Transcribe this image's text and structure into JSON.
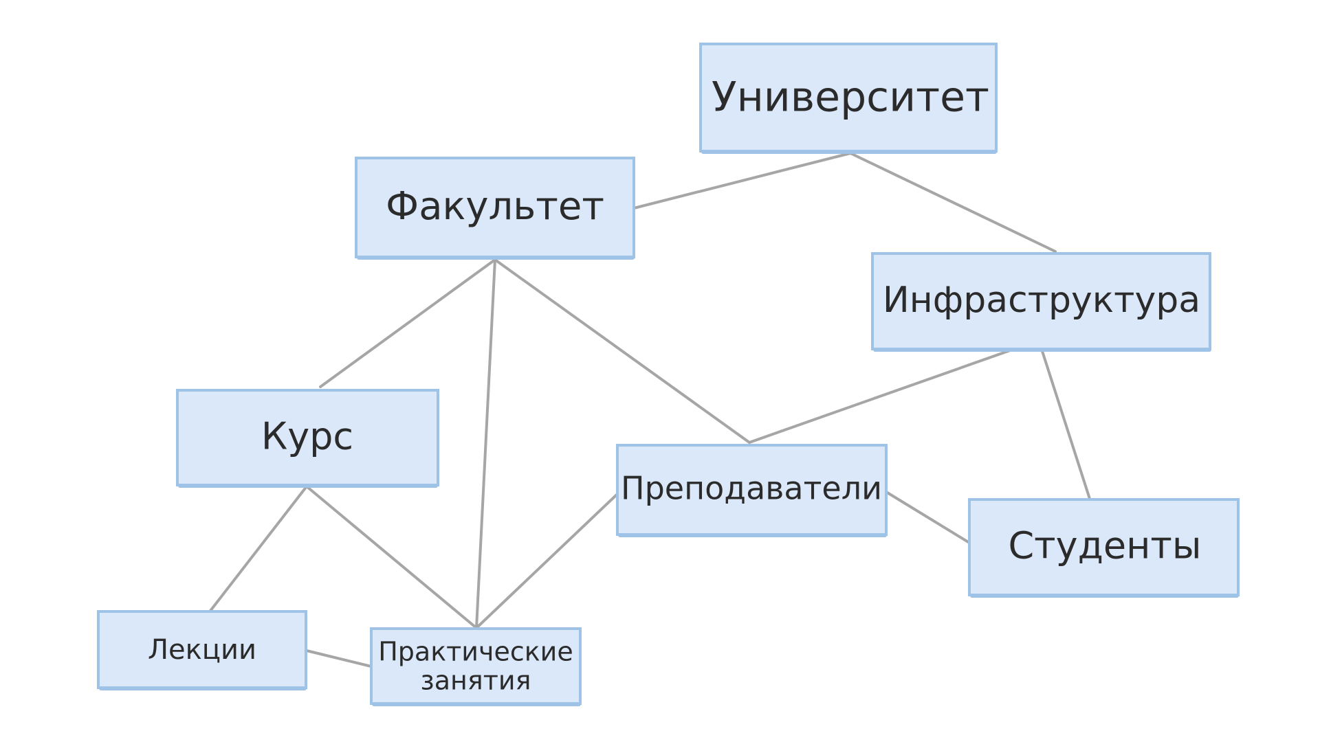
{
  "nodes": {
    "university": "Университет",
    "faculty": "Факультет",
    "infrastructure": "Инфраструктура",
    "course": "Курс",
    "teachers": "Преподаватели",
    "students": "Студенты",
    "lectures": "Лекции",
    "practice_line1": "Практические",
    "practice_line2": "занятия"
  },
  "edges": [
    [
      "university",
      "faculty"
    ],
    [
      "university",
      "infrastructure"
    ],
    [
      "faculty",
      "course"
    ],
    [
      "faculty",
      "practice"
    ],
    [
      "faculty",
      "teachers"
    ],
    [
      "infrastructure",
      "teachers"
    ],
    [
      "infrastructure",
      "students"
    ],
    [
      "course",
      "lectures"
    ],
    [
      "course",
      "practice"
    ],
    [
      "teachers",
      "practice"
    ],
    [
      "teachers",
      "students"
    ],
    [
      "lectures",
      "practice"
    ]
  ],
  "colors": {
    "box_fill": "#dbe8f9",
    "box_border": "#9fc2e7",
    "edge": "#a6a6a6",
    "text": "#2b2b2b"
  }
}
